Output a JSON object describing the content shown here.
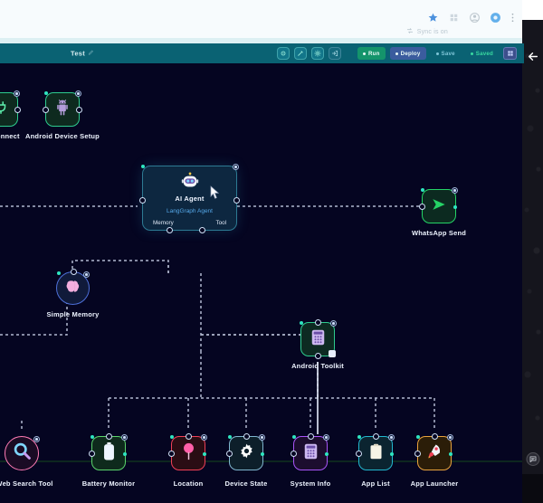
{
  "browser": {
    "icons": [
      "star-icon",
      "extensions-icon",
      "profile-icon",
      "menu-icon"
    ],
    "sub_label": "Sync is on"
  },
  "toolbar": {
    "title": "Test",
    "edit_icon": "pencil-icon",
    "icon_buttons": [
      {
        "name": "workflow-icon",
        "glyph": "⚙"
      },
      {
        "name": "magic-wand-icon",
        "glyph": "✦"
      },
      {
        "name": "settings-icon",
        "glyph": "⚙"
      },
      {
        "name": "share-icon",
        "glyph": "➦"
      }
    ],
    "run_label": "Run",
    "deploy_label": "Deploy",
    "save_label": "Save",
    "saved_label": "Saved",
    "grid_icon": "grid-icon",
    "accent_teal": "#0a6273",
    "accent_green": "#14946b",
    "accent_blue": "#3b5c9e"
  },
  "canvas": {
    "background": "#050521",
    "agent": {
      "title": "AI Agent",
      "subtitle": "LangGraph Agent",
      "port_memory": "Memory",
      "port_tool": "Tool",
      "icon": "robot-icon"
    },
    "nodes": [
      {
        "id": "connect",
        "label": "Connect",
        "icon": "plug-icon",
        "accent": "#2ecc8f"
      },
      {
        "id": "android-setup",
        "label": "Android Device Setup",
        "icon": "android-robot-icon",
        "accent": "#2ecc8f"
      },
      {
        "id": "whatsapp-send",
        "label": "WhatsApp Send",
        "icon": "send-arrow-icon",
        "accent": "#25d366"
      },
      {
        "id": "simple-memory",
        "label": "Simple Memory",
        "icon": "brain-icon",
        "accent": "#6d8bf5"
      },
      {
        "id": "android-toolkit",
        "label": "Android Toolkit",
        "icon": "calculator-icon",
        "accent": "#2ecc8f"
      },
      {
        "id": "web-search",
        "label": "Web Search Tool",
        "icon": "magnifier-icon",
        "accent": "#ff7bb5"
      },
      {
        "id": "battery",
        "label": "Battery Monitor",
        "icon": "battery-icon",
        "accent": "#5ad36b"
      },
      {
        "id": "location",
        "label": "Location",
        "icon": "location-pin-icon",
        "accent": "#ef4056"
      },
      {
        "id": "device-state",
        "label": "Device State",
        "icon": "gear-icon",
        "accent": "#7fb6cf"
      },
      {
        "id": "system-info",
        "label": "System Info",
        "icon": "calculator-icon",
        "accent": "#a855f7"
      },
      {
        "id": "app-list",
        "label": "App List",
        "icon": "clipboard-icon",
        "accent": "#22b8cf"
      },
      {
        "id": "app-launcher",
        "label": "App Launcher",
        "icon": "rocket-icon",
        "accent": "#e8a33d"
      }
    ],
    "cursor": "mouse-pointer"
  },
  "right_panel": {
    "back_icon": "back-arrow-icon",
    "chat_icon": "chat-bubble-icon"
  }
}
